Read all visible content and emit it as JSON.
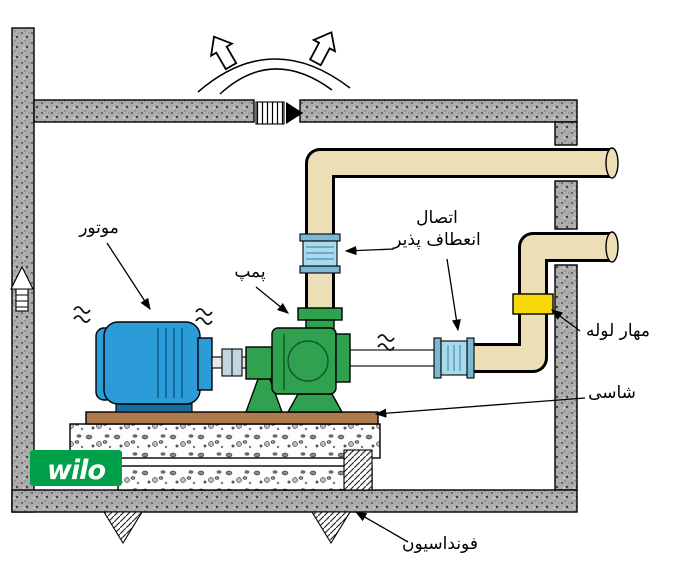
{
  "diagram": {
    "labels": {
      "motor": "موتور",
      "pump": "پمپ",
      "flex_line1": "اتصال",
      "flex_line2": "انعطاف پذیر",
      "pipe_anchor": "مهار لوله",
      "chassis": "شاسی",
      "foundation": "فونداسیون"
    },
    "logo_text": "wilo",
    "colors": {
      "motor_blue": "#2b9cd8",
      "motor_blue_dark": "#156f9e",
      "pump_green": "#2fa14f",
      "pump_green_dark": "#0c5c28",
      "pipe_beige": "#ecdfb6",
      "flex_blue": "#a9d9ec",
      "flex_blue_dark": "#7ab8d4",
      "clamp_yellow": "#f6d80a",
      "chassis_brown": "#b17a4c",
      "logo_green": "#00a04a",
      "coupling_gray": "#c2d6e2"
    }
  }
}
